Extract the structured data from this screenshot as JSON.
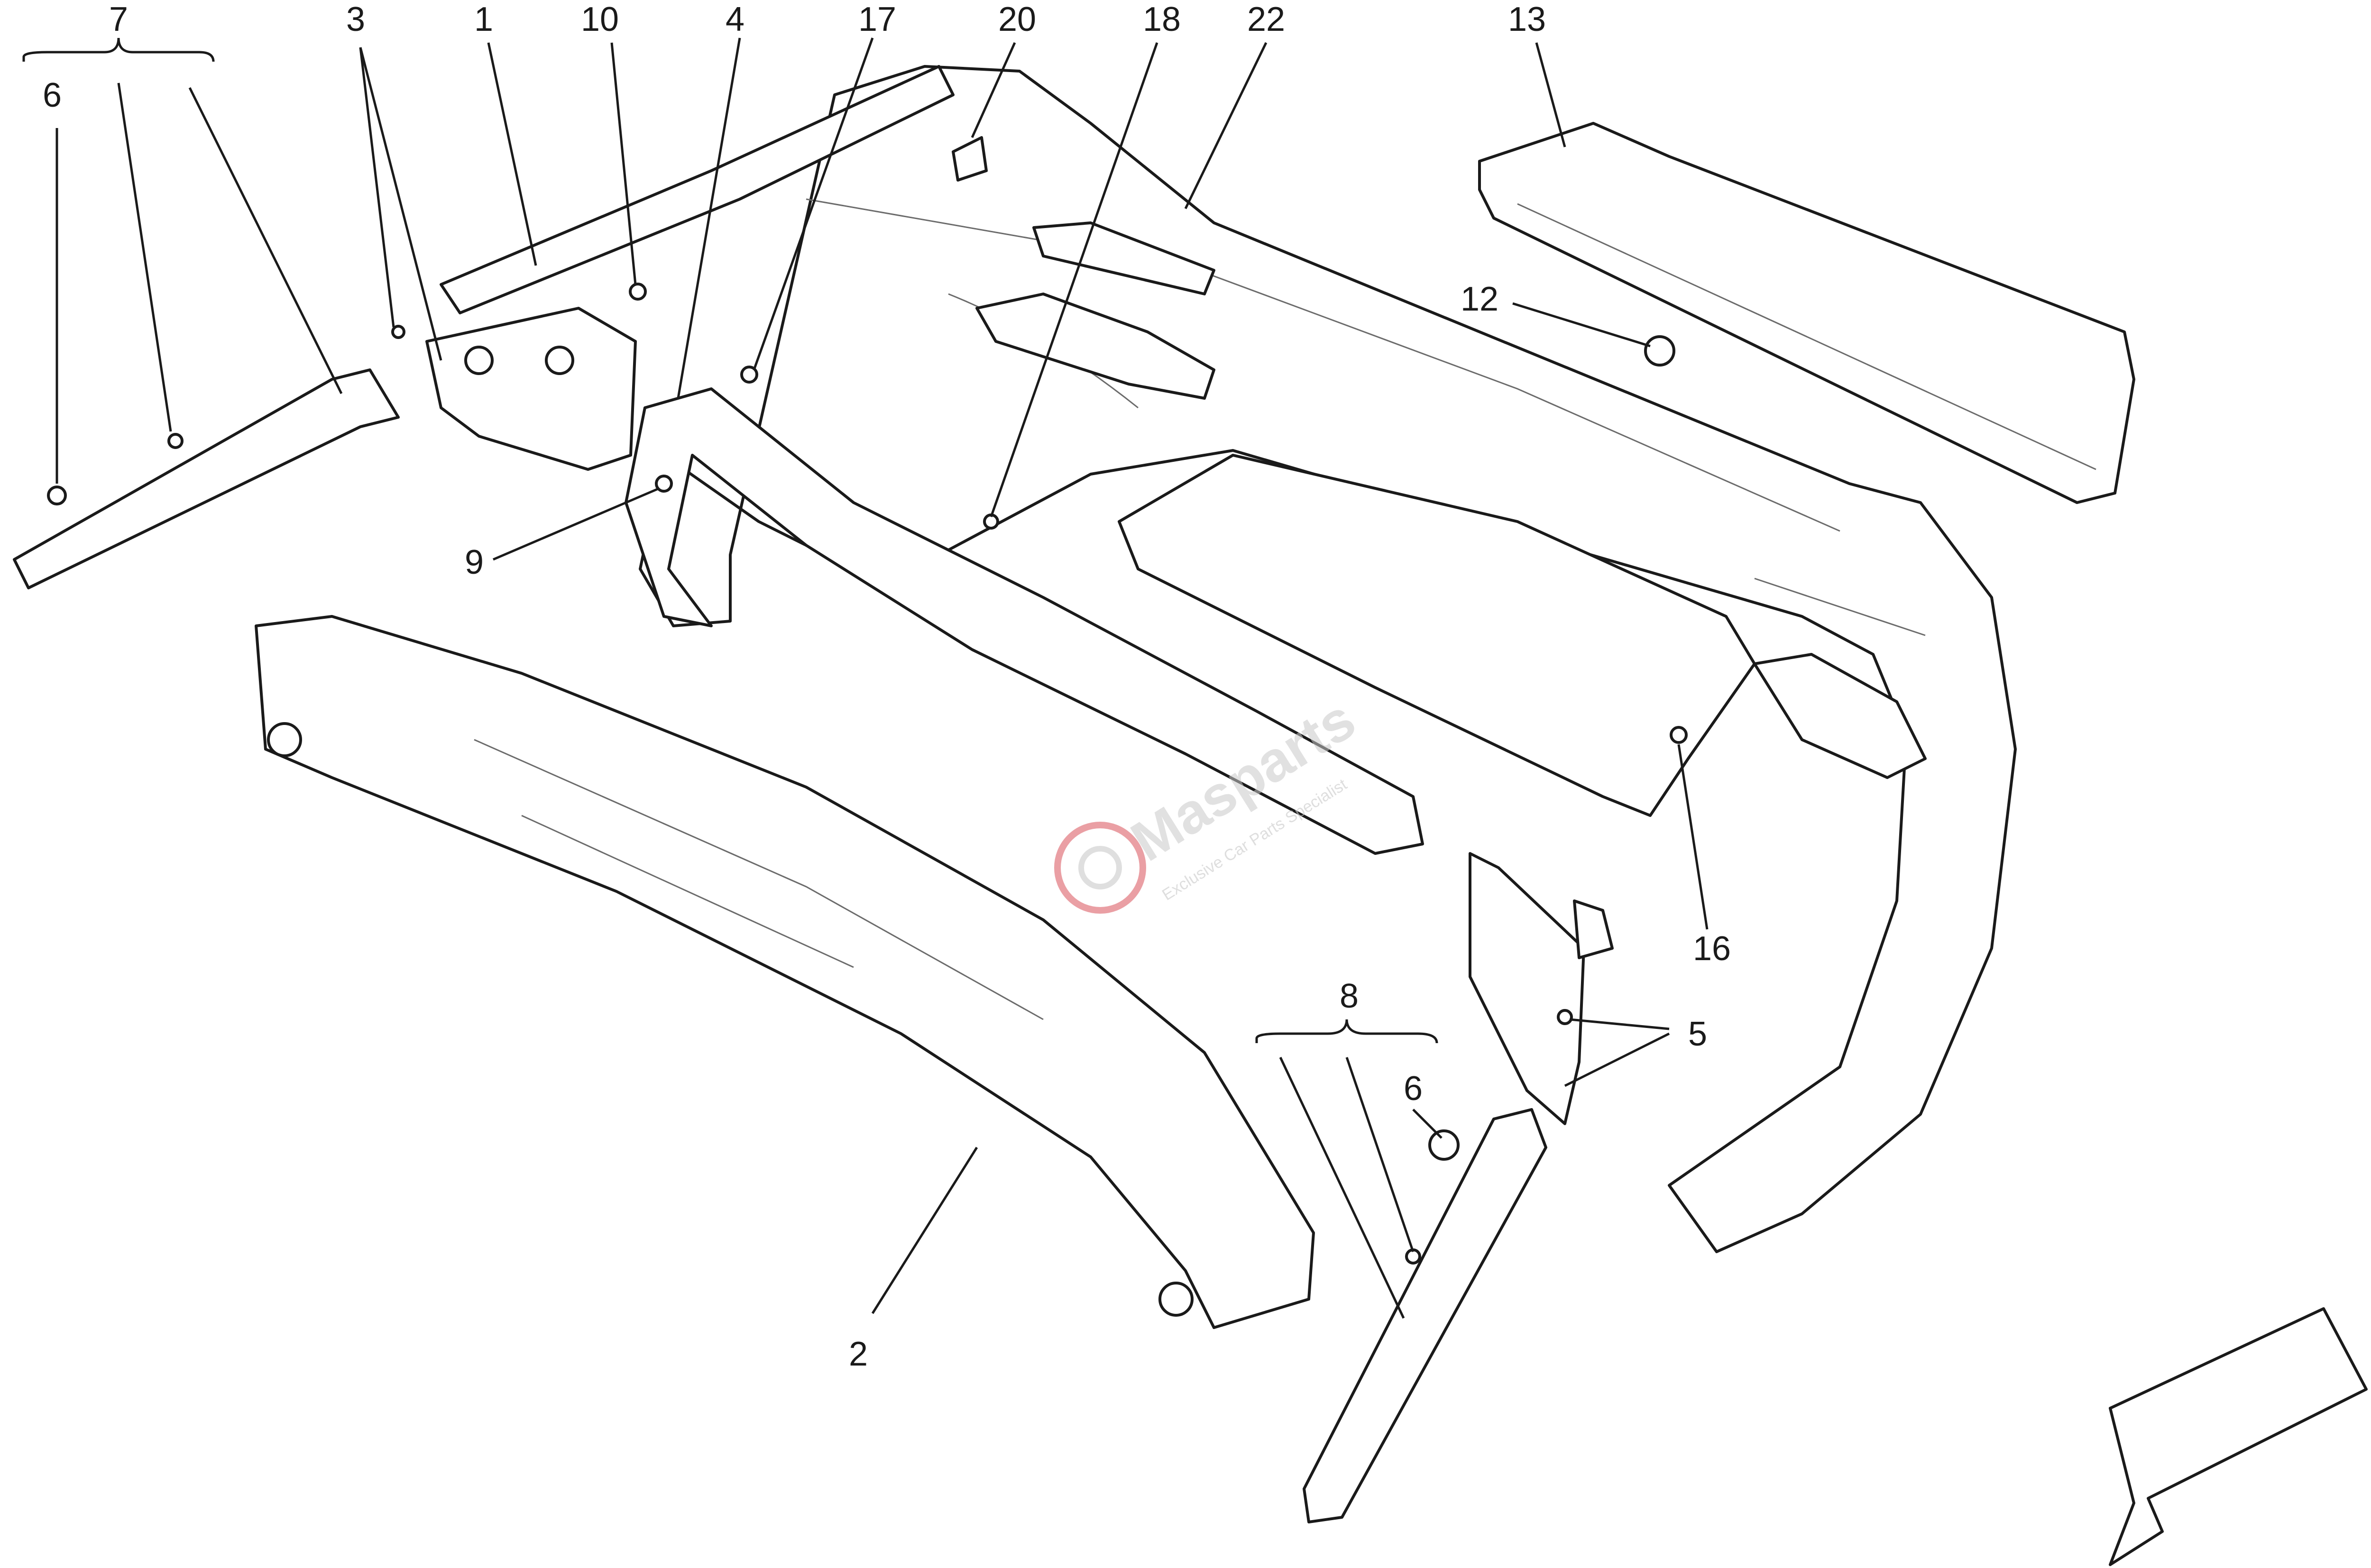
{
  "callouts": {
    "c7": "7",
    "c6a": "6",
    "c3": "3",
    "c1": "1",
    "c10": "10",
    "c4": "4",
    "c17": "17",
    "c20": "20",
    "c18": "18",
    "c22": "22",
    "c13": "13",
    "c12": "12",
    "c9": "9",
    "c16": "16",
    "c5": "5",
    "c8": "8",
    "c6b": "6",
    "c2": "2"
  },
  "watermark": {
    "brand": "Masparts",
    "tagline": "Exclusive Car Parts Specialist"
  },
  "colors": {
    "line": "#1a1a1a",
    "watermark_red": "#d9505a",
    "watermark_grey": "#c9c9c9"
  }
}
